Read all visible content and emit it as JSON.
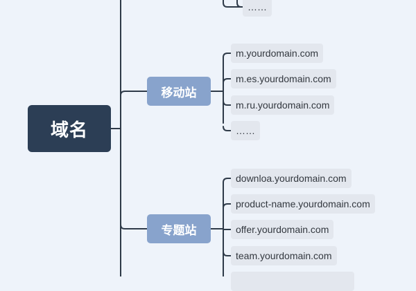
{
  "root": {
    "label": "域名"
  },
  "colors": {
    "line": "#2e3a48",
    "root_bg": "#2c3e55",
    "branch_bg": "#88a3cc",
    "leaf_bg": "#e3e7ee"
  },
  "top_branch": {
    "leaves": [
      "……"
    ]
  },
  "mobile": {
    "label": "移动站",
    "leaves": [
      "m.yourdomain.com",
      "m.es.yourdomain.com",
      "m.ru.yourdomain.com",
      "……"
    ]
  },
  "special": {
    "label": "专题站",
    "leaves": [
      "downloa.yourdomain.com",
      "product-name.yourdomain.com",
      "offer.yourdomain.com",
      "team.yourdomain.com"
    ]
  }
}
